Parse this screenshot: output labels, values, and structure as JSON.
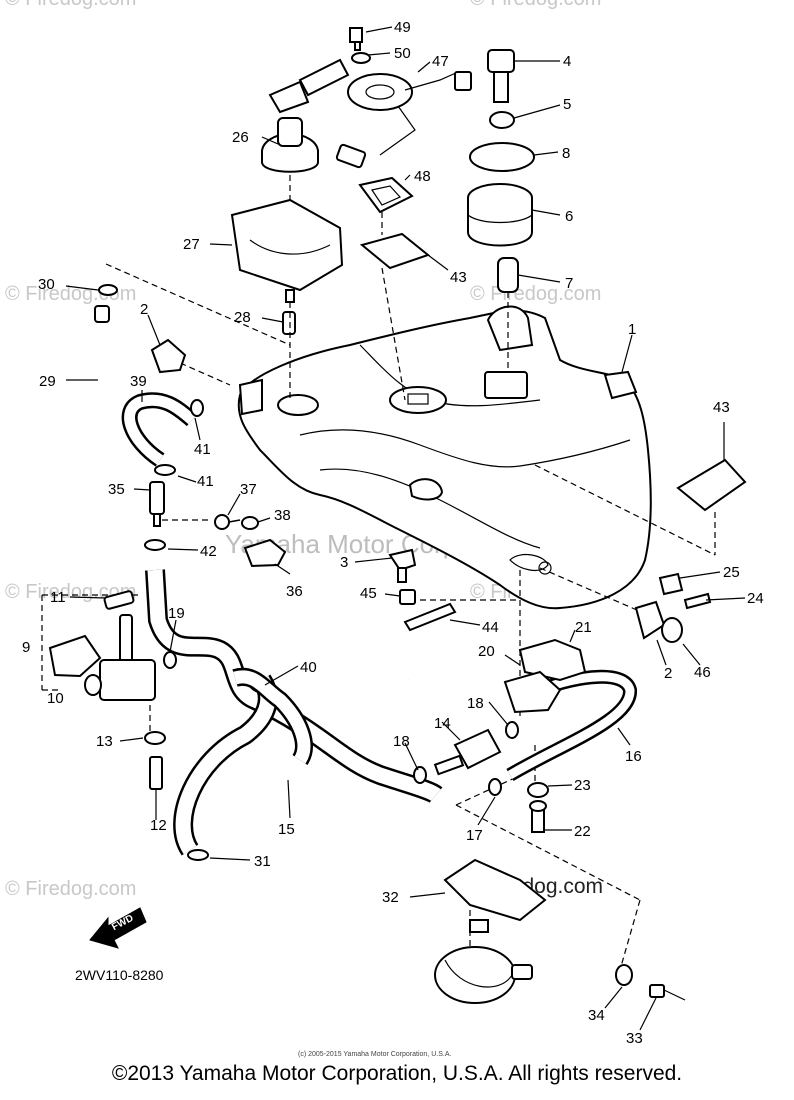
{
  "diagram": {
    "code": "2WV110-8280",
    "fwd_label": "FWD",
    "small_credit": "(c) 2005-2015 Yamaha Motor Corporation, U.S.A.",
    "watermarks": {
      "firedog": "© Firedog.com",
      "firedog_dark": "© Firedog.com",
      "yamaha": "Yamaha Motor Corp, U.S.A."
    },
    "callouts": [
      "49",
      "50",
      "47",
      "4",
      "5",
      "8",
      "26",
      "48",
      "6",
      "27",
      "43",
      "7",
      "30",
      "28",
      "2",
      "1",
      "29",
      "39",
      "41",
      "41",
      "35",
      "37",
      "38",
      "43",
      "42",
      "3",
      "36",
      "25",
      "45",
      "24",
      "11",
      "19",
      "21",
      "9",
      "44",
      "20",
      "2",
      "46",
      "10",
      "40",
      "18",
      "14",
      "16",
      "13",
      "18",
      "23",
      "12",
      "15",
      "17",
      "22",
      "31",
      "32",
      "34",
      "33"
    ]
  },
  "footer": {
    "copyright": "©2013 Yamaha Motor Corporation, U.S.A. All rights reserved."
  }
}
